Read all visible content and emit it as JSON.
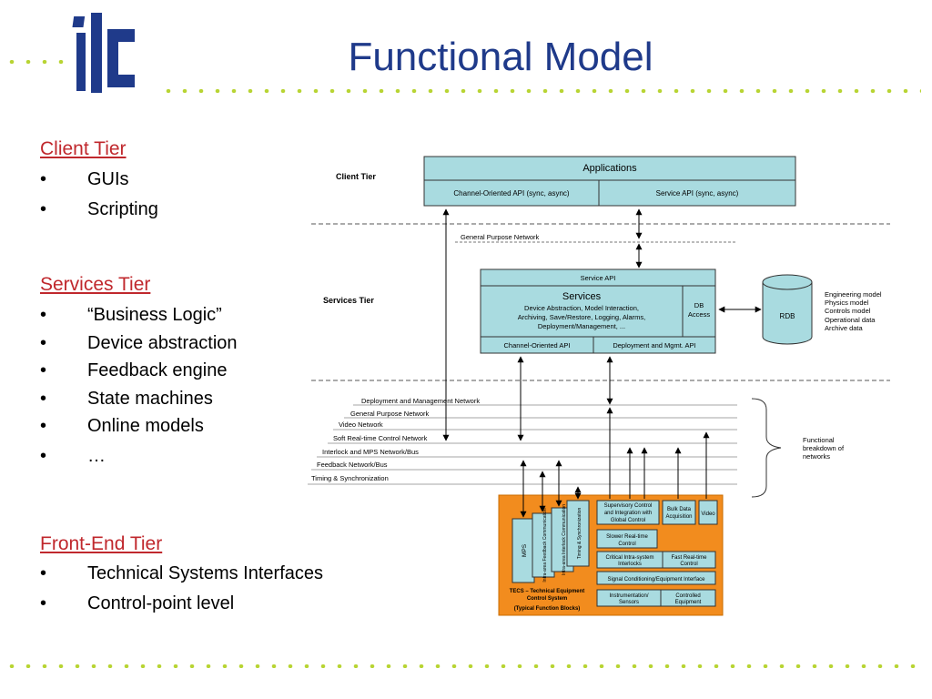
{
  "slide": {
    "title": "Functional Model",
    "brand_color": "#1f3a8a",
    "accent_color": "#c0282d",
    "dot_color": "#b8d433"
  },
  "logo": {
    "text": "ilc"
  },
  "outline": {
    "client": {
      "heading": "Client Tier",
      "items": [
        "GUIs",
        "Scripting"
      ]
    },
    "services": {
      "heading": "Services Tier",
      "items": [
        "“Business Logic”",
        "Device abstraction",
        "Feedback engine",
        "State machines",
        "Online models",
        "…"
      ]
    },
    "frontend": {
      "heading": "Front-End Tier",
      "items": [
        "Technical Systems Interfaces",
        "Control-point level"
      ]
    },
    "bullet_char": "•"
  },
  "diagram": {
    "tiers": {
      "client": "Client Tier",
      "services": "Services Tier"
    },
    "applications": {
      "title": "Applications",
      "channel_api": "Channel-Oriented API (sync, async)",
      "service_api": "Service API (sync, async)"
    },
    "gp_network": "General Purpose Network",
    "services_box": {
      "service_api": "Service API",
      "title": "Services",
      "desc": [
        "Device Abstraction, Model Interaction,",
        "Archiving, Save/Restore, Logging, Alarms,",
        "Deployment/Management, ..."
      ],
      "db_access": [
        "DB",
        "Access"
      ],
      "channel_api": "Channel-Oriented API",
      "deploy_api": "Deployment and Mgmt. API"
    },
    "rdb": {
      "label": "RDB",
      "notes": [
        "Engineering model",
        "Physics model",
        "Controls model",
        "Operational data",
        "Archive data"
      ]
    },
    "networks": [
      "Deployment and Management Network",
      "General Purpose Network",
      "Video Network",
      "Soft Real-time Control Network",
      "Interlock and MPS Network/Bus",
      "Feedback Network/Bus",
      "Timing & Synchronization"
    ],
    "networks_note": [
      "Functional",
      "breakdown of",
      "networks"
    ],
    "tecs": {
      "columns": [
        "MPS",
        "Intra-area Feedback Communication",
        "Intra-area Interlock Communication",
        "Timing & Synchronization"
      ],
      "boxes": {
        "supervisory": [
          "Supervisory Control",
          "and Integration with",
          "Global Control"
        ],
        "bulk": [
          "Bulk Data",
          "Acquisition"
        ],
        "video": "Video",
        "slower": [
          "Slower Real-time",
          "Control"
        ],
        "critical": [
          "Critical Intra-system",
          "Interlocks"
        ],
        "fast": [
          "Fast Real-time",
          "Control"
        ],
        "signal": "Signal Conditioning/Equipment Interface",
        "instrumentation": [
          "Instrumentation/",
          "Sensors"
        ],
        "controlled": [
          "Controlled",
          "Equipment"
        ]
      },
      "caption": [
        "TECS – Technical Equipment",
        "Control System",
        "(Typical Function Blocks)"
      ]
    }
  }
}
